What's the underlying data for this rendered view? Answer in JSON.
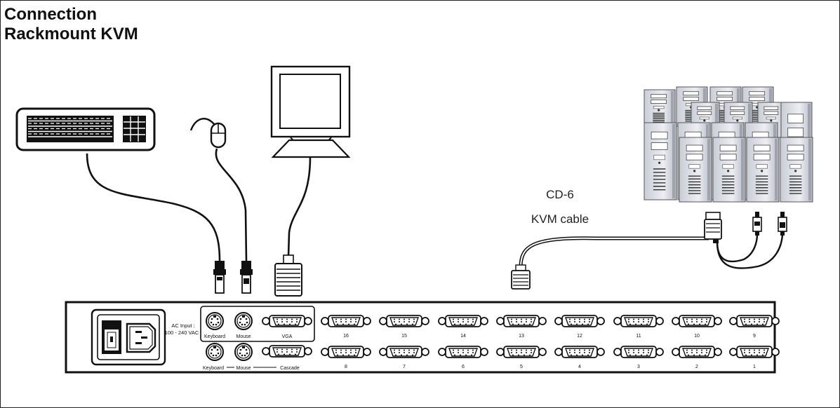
{
  "title": {
    "line1": "Connection",
    "line2": "Rackmount KVM"
  },
  "cable": {
    "line1": "CD-6",
    "line2": "KVM cable"
  },
  "panel": {
    "ac_input": [
      "AC Input :",
      "100 - 240 VAC"
    ],
    "console_top_labels": [
      "Keyboard",
      "Mouse",
      "VGA"
    ],
    "console_bottom_labels": [
      "Keyboard",
      "Mouse",
      "Cascade"
    ],
    "ports_top": [
      "16",
      "15",
      "14",
      "13",
      "12",
      "11",
      "10",
      "9"
    ],
    "ports_bottom": [
      "8",
      "7",
      "6",
      "5",
      "4",
      "3",
      "2",
      "1"
    ]
  },
  "icons": [
    "keyboard-icon",
    "mouse-icon",
    "monitor-icon",
    "computer-tower-icon",
    "power-switch-icon",
    "ac-socket-icon",
    "ps2-connector-icon",
    "vga-connector-icon"
  ]
}
